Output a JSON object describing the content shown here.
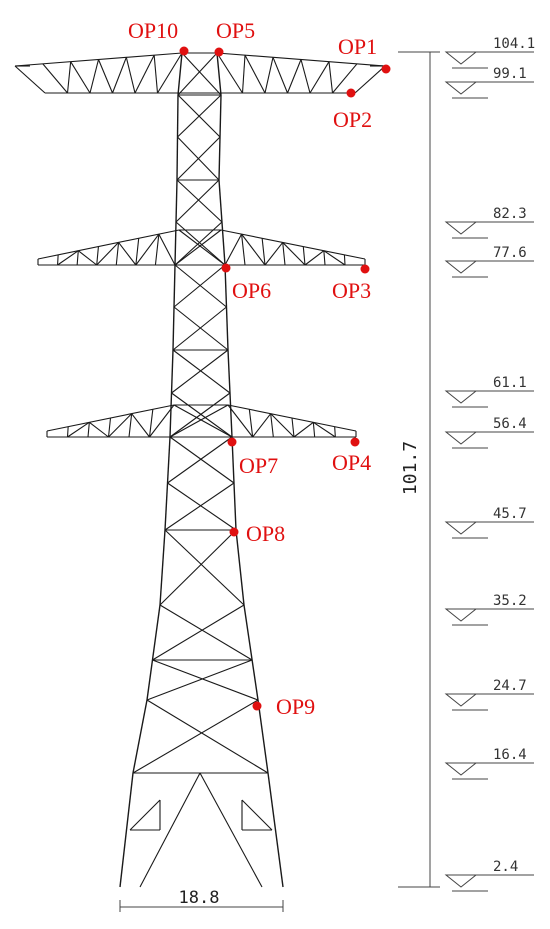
{
  "colors": {
    "accent": "#e01010",
    "structure": "#1a1a1a"
  },
  "total_height_label": "101.7",
  "base_width_label": "18.8",
  "elevations": [
    {
      "label": "104.1"
    },
    {
      "label": "99.1"
    },
    {
      "label": "82.3"
    },
    {
      "label": "77.6"
    },
    {
      "label": "61.1"
    },
    {
      "label": "56.4"
    },
    {
      "label": "45.7"
    },
    {
      "label": "35.2"
    },
    {
      "label": "24.7"
    },
    {
      "label": "16.4"
    },
    {
      "label": "2.4"
    }
  ],
  "observation_points": [
    {
      "label": "OP1"
    },
    {
      "label": "OP2"
    },
    {
      "label": "OP3"
    },
    {
      "label": "OP4"
    },
    {
      "label": "OP5"
    },
    {
      "label": "OP6"
    },
    {
      "label": "OP7"
    },
    {
      "label": "OP8"
    },
    {
      "label": "OP9"
    },
    {
      "label": "OP10"
    }
  ]
}
